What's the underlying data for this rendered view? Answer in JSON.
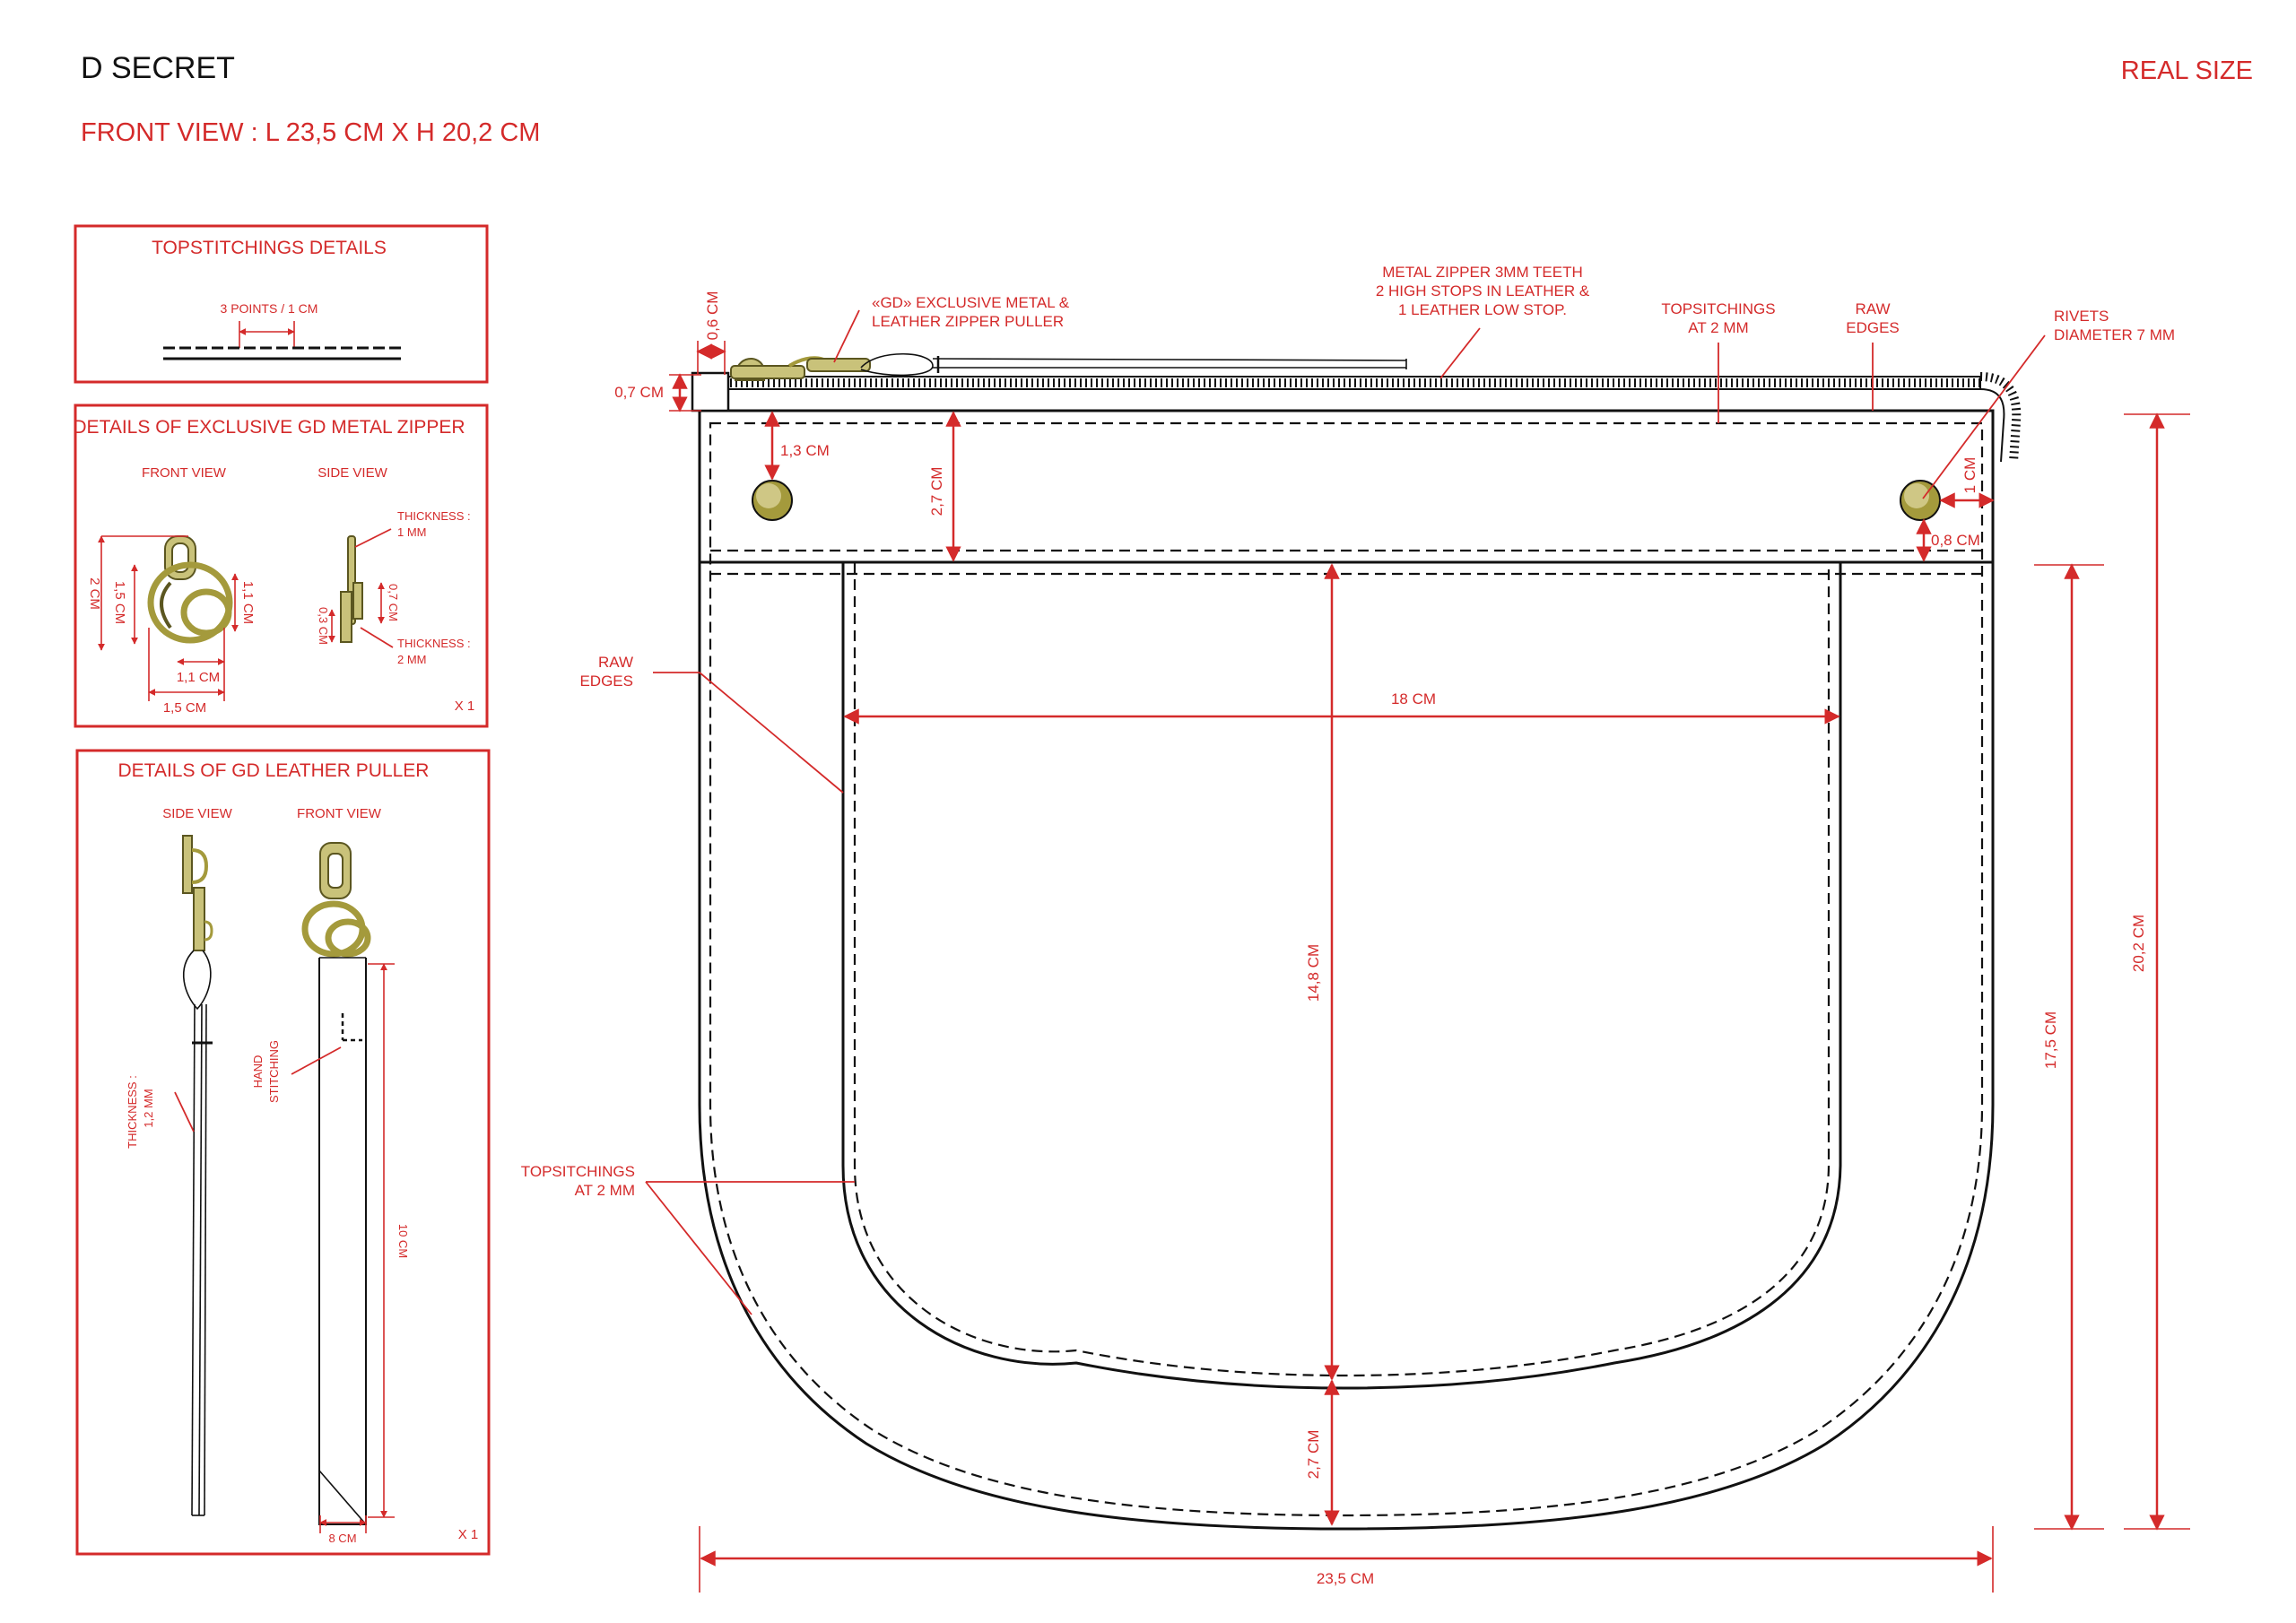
{
  "header": {
    "title": "D SECRET",
    "front_view": "FRONT VIEW : L 23,5 CM X H 20,2 CM",
    "real_size": "REAL SIZE"
  },
  "colors": {
    "accent_red": "#d42a2a",
    "ink": "#111111",
    "brass": "#c9c27a"
  },
  "topstitch_box": {
    "title": "TOPSTITCHINGS DETAILS",
    "spacing": "3 POINTS / 1 CM"
  },
  "zipper_box": {
    "title": "DETAILS OF EXCLUSIVE GD METAL ZIPPER",
    "front_view": "FRONT VIEW",
    "side_view": "SIDE VIEW",
    "dim_2cm": "2 CM",
    "dim_15cm_v": "1,5 CM",
    "dim_11cm_v": "1,1 CM",
    "dim_11cm_h": "1,1 CM",
    "dim_15cm_h": "1,5 CM",
    "thickness_1": "THICKNESS :",
    "thickness_1_val": "1 MM",
    "dim_07cm": "0,7 CM",
    "dim_03cm": "0,3 CM",
    "thickness_2": "THICKNESS :",
    "thickness_2_val": "2 MM",
    "qty": "X 1"
  },
  "puller_box": {
    "title": "DETAILS OF GD LEATHER PULLER",
    "side_view": "SIDE VIEW",
    "front_view": "FRONT VIEW",
    "thickness": "THICKNESS :",
    "thickness_val": "1,2 MM",
    "hand": "HAND",
    "stitching": "STITCHING",
    "dim_10cm": "10 CM",
    "dim_8cm": "8 CM",
    "qty": "X 1"
  },
  "main": {
    "dim_06cm": "0,6 CM",
    "dim_07cm": "0,7 CM",
    "puller_label_1": "«GD» EXCLUSIVE METAL &",
    "puller_label_2": "LEATHER ZIPPER PULLER",
    "zipper_label_1": "METAL ZIPPER 3MM TEETH",
    "zipper_label_2": "2 HIGH STOPS IN LEATHER &",
    "zipper_label_3": "1 LEATHER LOW STOP.",
    "topstitch_top_1": "TOPSITCHINGS",
    "topstitch_top_2": "AT 2 MM",
    "raw_top_1": "RAW",
    "raw_top_2": "EDGES",
    "rivets_1": "RIVETS",
    "rivets_2": "DIAMETER  7 MM",
    "dim_13cm": "1,3 CM",
    "dim_27cm_top": "2,7 CM",
    "dim_1cm": "1 CM",
    "dim_08cm": "0,8 CM",
    "raw_left_1": "RAW",
    "raw_left_2": "EDGES",
    "dim_18cm": "18 CM",
    "dim_148cm": "14,8 CM",
    "dim_175cm": "17,5 CM",
    "dim_202cm": "20,2 CM",
    "topstitch_left_1": "TOPSITCHINGS",
    "topstitch_left_2": "AT 2 MM",
    "dim_27cm_bottom": "2,7 CM",
    "dim_235cm": "23,5 CM"
  }
}
